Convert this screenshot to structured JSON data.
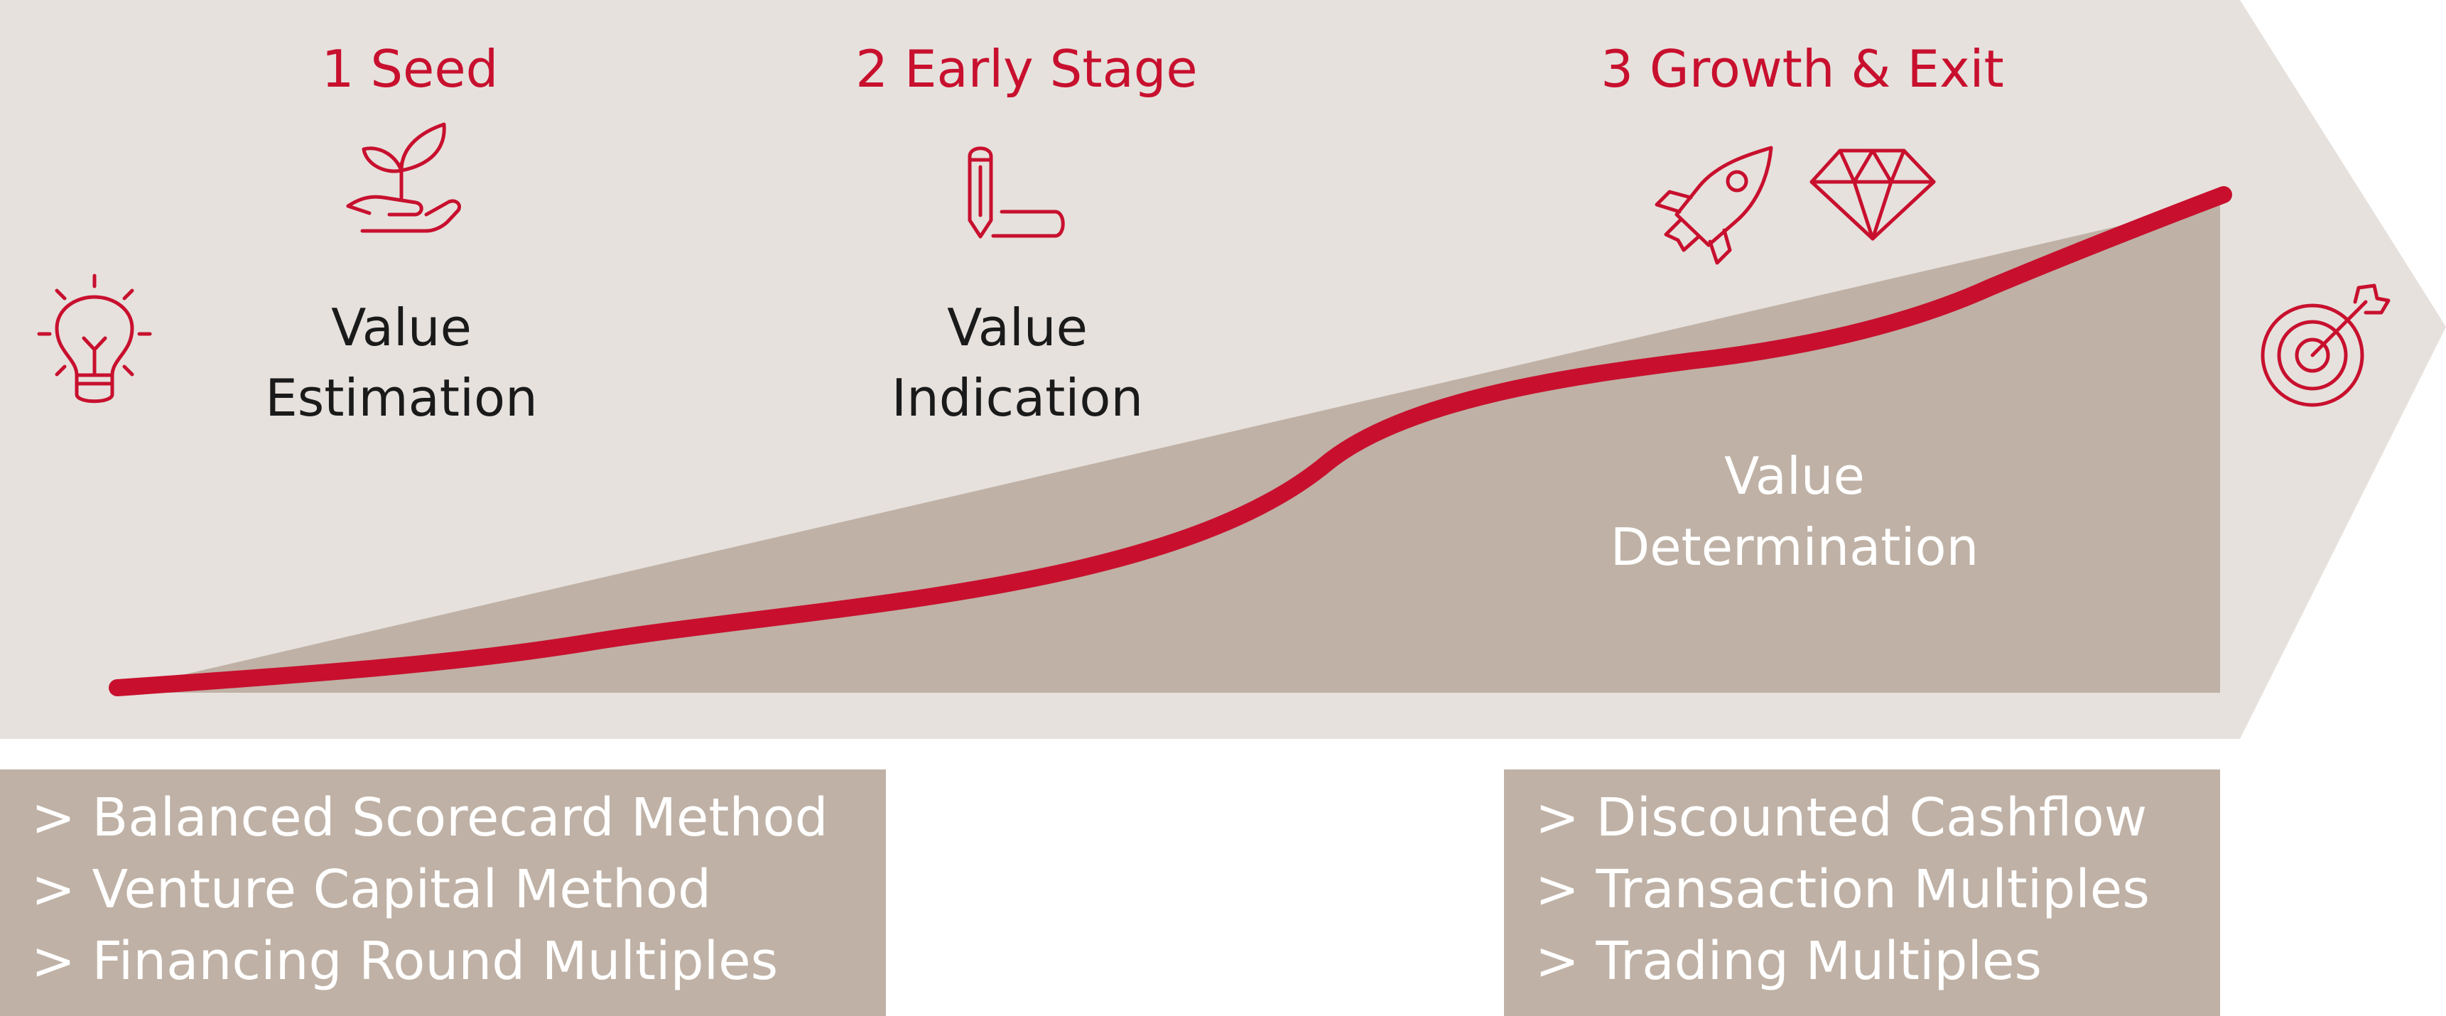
{
  "colors": {
    "accent": "#c8102e",
    "arrow_background": "#e6e1dd",
    "wedge_fill": "#bfb1a5",
    "text_dark": "#1a1a1a",
    "text_light": "#ffffff"
  },
  "stages": [
    {
      "title": "1 Seed",
      "icons": [
        "seedling-in-hand-icon"
      ],
      "value_label": [
        "Value",
        "Estimation"
      ]
    },
    {
      "title": "2 Early Stage",
      "icons": [
        "pencil-icon"
      ],
      "value_label": [
        "Value",
        "Indication"
      ]
    },
    {
      "title": "3 Growth & Exit",
      "icons": [
        "rocket-icon",
        "diamond-icon"
      ],
      "value_label": [
        "Value",
        "Determination"
      ]
    }
  ],
  "start_icon": "lightbulb-icon",
  "end_icon": "target-icon",
  "methods_left": [
    "> Balanced Scorecard Method",
    "> Venture Capital Method",
    "> Financing Round Multiples"
  ],
  "methods_right": [
    "> Discounted Cashflow",
    "> Transaction Multiples",
    "> Trading Multiples"
  ]
}
